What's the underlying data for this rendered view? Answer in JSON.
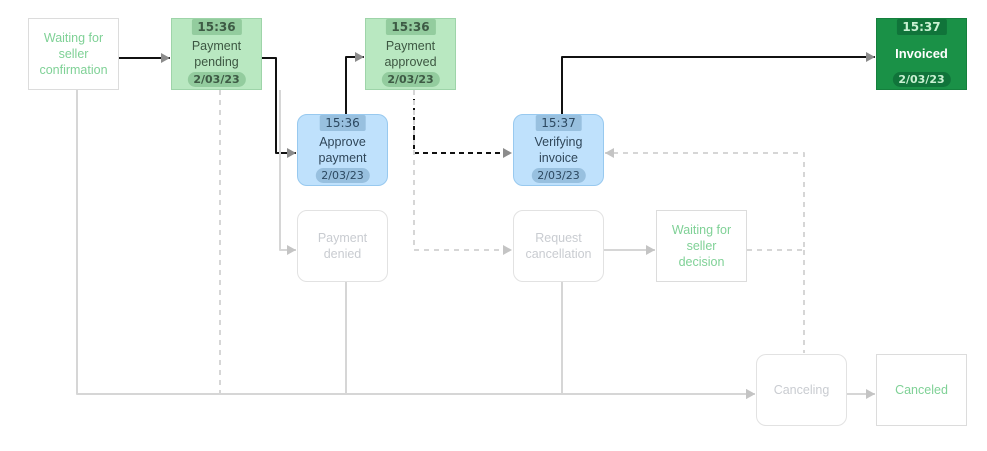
{
  "colors": {
    "edge_active": "#111111",
    "edge_inactive": "#d6d6d6",
    "arrow_inactive": "#c4c4c4",
    "node_done": "#b9e8c1",
    "node_active": "#bfe1fc",
    "node_current": "#1a9147",
    "node_pending_text": "#7fd196",
    "node_faded_text": "#c9ccd1"
  },
  "nodes": [
    {
      "id": "waiting-seller-confirmation",
      "label": "Waiting for seller confirmation",
      "state": "pending",
      "shape": "square"
    },
    {
      "id": "payment-pending",
      "label": "Payment pending",
      "state": "done",
      "shape": "square",
      "time": "15:36",
      "date": "2/03/23"
    },
    {
      "id": "payment-approved",
      "label": "Payment approved",
      "state": "done",
      "shape": "square",
      "time": "15:36",
      "date": "2/03/23"
    },
    {
      "id": "invoiced",
      "label": "Invoiced",
      "state": "current",
      "shape": "square",
      "time": "15:37",
      "date": "2/03/23"
    },
    {
      "id": "approve-payment",
      "label": "Approve payment",
      "state": "active",
      "shape": "rounded",
      "time": "15:36",
      "date": "2/03/23"
    },
    {
      "id": "verifying-invoice",
      "label": "Verifying invoice",
      "state": "active",
      "shape": "rounded",
      "time": "15:37",
      "date": "2/03/23"
    },
    {
      "id": "payment-denied",
      "label": "Payment denied",
      "state": "faded",
      "shape": "rounded"
    },
    {
      "id": "request-cancellation",
      "label": "Request cancellation",
      "state": "faded",
      "shape": "rounded"
    },
    {
      "id": "waiting-seller-decision",
      "label": "Waiting for seller decision",
      "state": "pending",
      "shape": "square"
    },
    {
      "id": "canceling",
      "label": "Canceling",
      "state": "faded",
      "shape": "rounded"
    },
    {
      "id": "canceled",
      "label": "Canceled",
      "state": "pending",
      "shape": "square"
    }
  ],
  "edges": [
    {
      "from": "waiting-seller-confirmation",
      "to": "payment-pending",
      "style": "solid-active"
    },
    {
      "from": "payment-pending",
      "to": "approve-payment",
      "style": "solid-active"
    },
    {
      "from": "approve-payment",
      "to": "payment-approved",
      "style": "solid-active"
    },
    {
      "from": "verifying-invoice",
      "to": "invoiced",
      "style": "solid-active"
    },
    {
      "from": "payment-approved",
      "to": "verifying-invoice",
      "style": "dashed-active"
    },
    {
      "from": "payment-pending",
      "to": "payment-denied",
      "style": "solid-inactive"
    },
    {
      "from": "payment-approved",
      "to": "request-cancellation",
      "style": "dashed-inactive"
    },
    {
      "from": "request-cancellation",
      "to": "waiting-seller-decision",
      "style": "solid-inactive"
    },
    {
      "from": "waiting-seller-decision",
      "to": "verifying-invoice",
      "style": "dashed-inactive"
    },
    {
      "from": "waiting-seller-decision",
      "to": "canceling",
      "style": "dashed-inactive"
    },
    {
      "from": "waiting-seller-confirmation",
      "to": "canceling",
      "style": "solid-inactive"
    },
    {
      "from": "payment-pending",
      "to": "canceling",
      "style": "dashed-inactive"
    },
    {
      "from": "payment-denied",
      "to": "canceling",
      "style": "solid-inactive"
    },
    {
      "from": "request-cancellation",
      "to": "canceling",
      "style": "solid-inactive"
    },
    {
      "from": "canceling",
      "to": "canceled",
      "style": "solid-inactive"
    }
  ]
}
